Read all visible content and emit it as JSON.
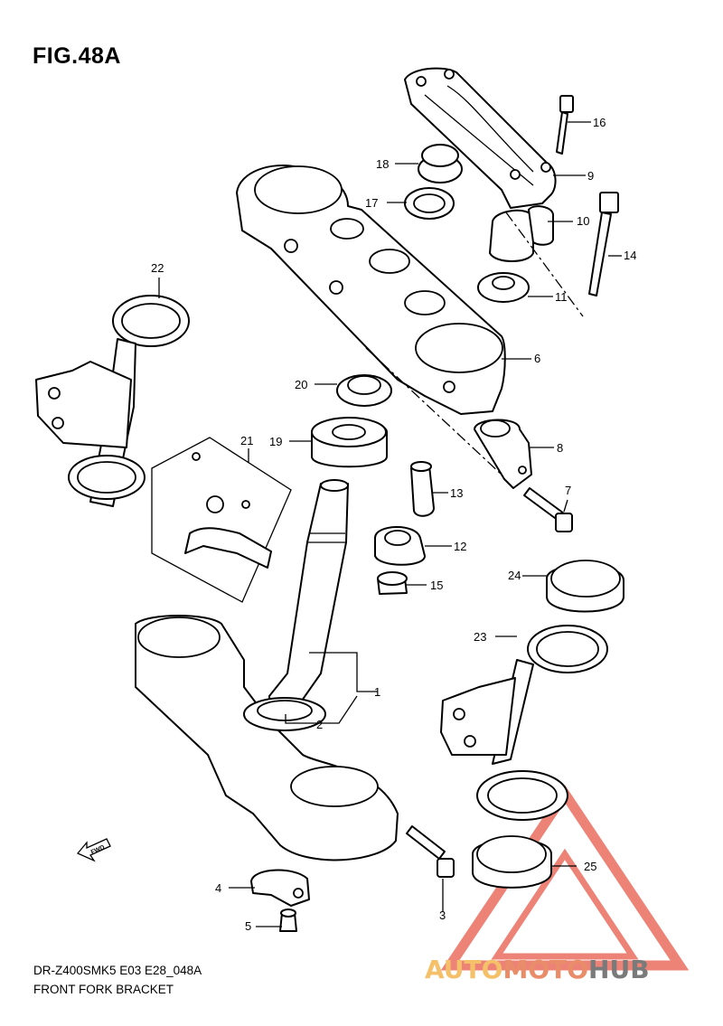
{
  "figure": {
    "title": "FIG.48A",
    "code": "DR-Z400SMK5 E03 E28_048A",
    "caption": "FRONT FORK BRACKET"
  },
  "callouts": [
    "1",
    "2",
    "3",
    "4",
    "5",
    "6",
    "7",
    "8",
    "9",
    "10",
    "11",
    "12",
    "13",
    "14",
    "15",
    "16",
    "17",
    "18",
    "19",
    "20",
    "21",
    "22",
    "23",
    "24",
    "25"
  ],
  "direction_arrow": {
    "label": "FWD",
    "icon": "fwd-arrow-icon"
  },
  "watermark": {
    "text_part1": "AUTO",
    "text_part2": "MOTO",
    "text_part3": "HUB",
    "colors": {
      "auto": "#f5c06a",
      "moto": "#e98c6a",
      "hub": "#7a7a7a",
      "triangle": "#e85a4a"
    }
  }
}
